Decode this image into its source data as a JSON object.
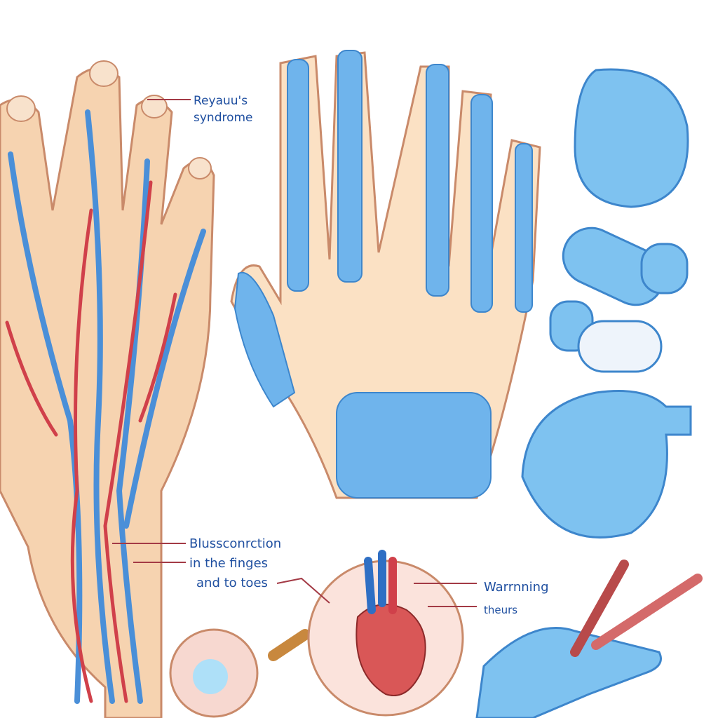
{
  "labels": {
    "raynaud": [
      "Reyauu's",
      "syndrome"
    ],
    "vasoconstriction": [
      "Blussconrction",
      "in the finges",
      "and to toes"
    ],
    "warning": [
      "Warrnning",
      "theurs"
    ]
  },
  "colors": {
    "skin": "#f6d3b0",
    "skin_outline": "#c98a6a",
    "vein": "#4a8fd8",
    "artery": "#d0404a",
    "bone": "#6fb4ec",
    "label_text": "#1f4fa0",
    "leader_line": "#a33a45"
  }
}
